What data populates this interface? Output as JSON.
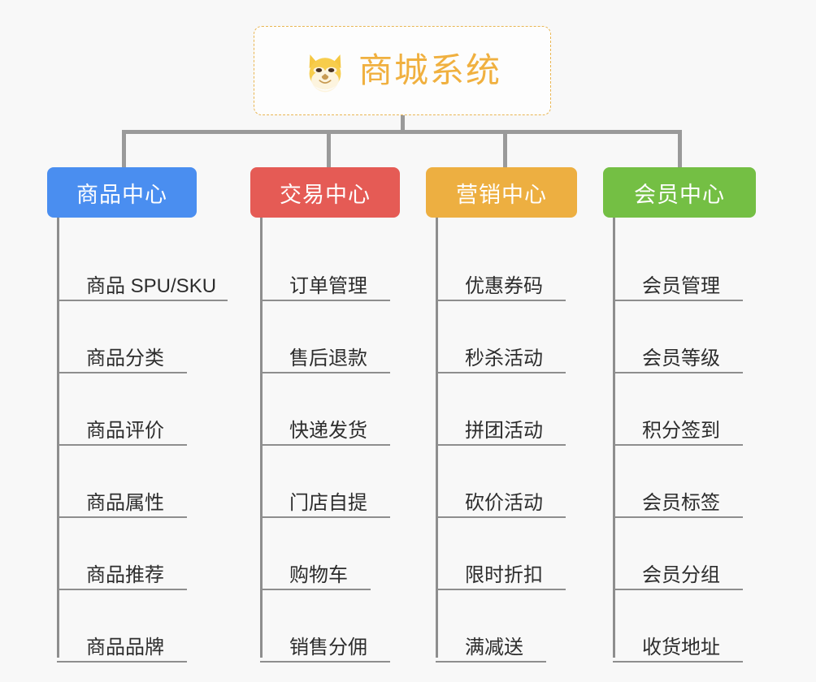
{
  "root": {
    "title": "商城系统",
    "icon": "dog-face-icon",
    "border_color": "#e9b653",
    "text_color": "#f0b03f"
  },
  "canvas": {
    "background": "#f8f8f8",
    "connector_color": "#9a9a9a"
  },
  "branches": [
    {
      "label": "商品中心",
      "color": "#4a8ef0",
      "items": [
        {
          "label": "商品 SPU/SKU",
          "underline_width": 210
        },
        {
          "label": "商品分类",
          "underline_width": 160
        },
        {
          "label": "商品评价",
          "underline_width": 160
        },
        {
          "label": "商品属性",
          "underline_width": 160
        },
        {
          "label": "商品推荐",
          "underline_width": 160
        },
        {
          "label": "商品品牌",
          "underline_width": 160
        }
      ]
    },
    {
      "label": "交易中心",
      "color": "#e55b55",
      "items": [
        {
          "label": "订单管理",
          "underline_width": 160
        },
        {
          "label": "售后退款",
          "underline_width": 160
        },
        {
          "label": "快递发货",
          "underline_width": 160
        },
        {
          "label": "门店自提",
          "underline_width": 160
        },
        {
          "label": "购物车",
          "underline_width": 136
        },
        {
          "label": "销售分佣",
          "underline_width": 160
        }
      ]
    },
    {
      "label": "营销中心",
      "color": "#edaf41",
      "items": [
        {
          "label": "优惠券码",
          "underline_width": 160
        },
        {
          "label": "秒杀活动",
          "underline_width": 160
        },
        {
          "label": "拼团活动",
          "underline_width": 160
        },
        {
          "label": "砍价活动",
          "underline_width": 160
        },
        {
          "label": "限时折扣",
          "underline_width": 160
        },
        {
          "label": "满减送",
          "underline_width": 136
        }
      ]
    },
    {
      "label": "会员中心",
      "color": "#74bf44",
      "items": [
        {
          "label": "会员管理",
          "underline_width": 160
        },
        {
          "label": "会员等级",
          "underline_width": 160
        },
        {
          "label": "积分签到",
          "underline_width": 160
        },
        {
          "label": "会员标签",
          "underline_width": 160
        },
        {
          "label": "会员分组",
          "underline_width": 160
        },
        {
          "label": "收货地址",
          "underline_width": 160
        }
      ]
    }
  ]
}
